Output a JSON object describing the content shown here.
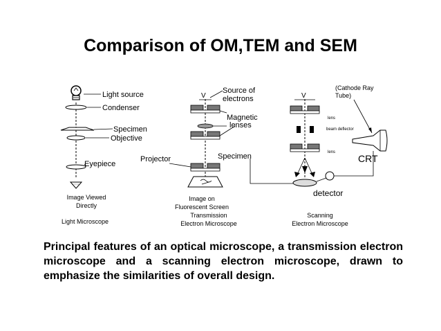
{
  "title": "Comparison of OM,TEM and SEM",
  "light_microscope": {
    "light_source": "Light source",
    "condenser": "Condenser",
    "specimen": "Specimen",
    "objective": "Objective",
    "eyepiece": "Eyepiece",
    "image_line1": "Image Viewed",
    "image_line2": "Directly",
    "name": "Light Microscope"
  },
  "tem": {
    "voltage": "V",
    "source_line1": "Source of",
    "source_line2": "electrons",
    "magnetic_line1": "Magnetic",
    "magnetic_line2": "lenses",
    "specimen": "Specimen",
    "projector": "Projector",
    "image_line1": "Image on",
    "image_line2": "Fluorescent Screen",
    "name_line1": "Transmission",
    "name_line2": "Electron Microscope"
  },
  "sem": {
    "voltage": "V",
    "crt_note_line1": "(Cathode Ray",
    "crt_note_line2": "Tube)",
    "lens_top": "lens",
    "beam_deflector": "beam deflector",
    "lens_bottom": "lens",
    "crt": "CRT",
    "detector": "detector",
    "name_line1": "Scanning",
    "name_line2": "Electron Microscope"
  },
  "caption": "Principal features of an optical microscope, a transmission electron microscope and a scanning electron microscope, drawn to emphasize the similarities of overall design."
}
